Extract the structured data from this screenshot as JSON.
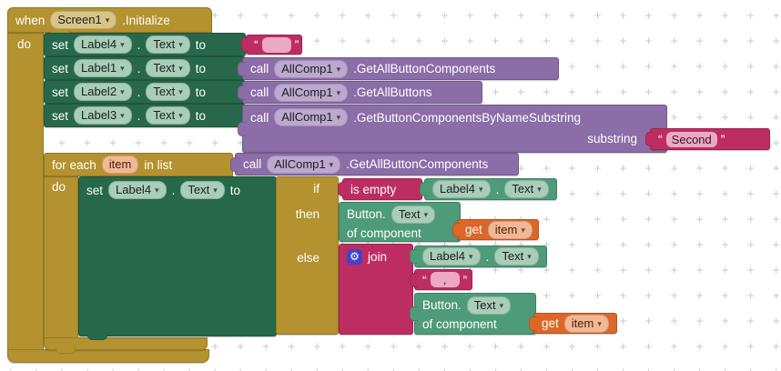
{
  "colors": {
    "event_gold": "#b3922f",
    "setter_green": "#27684a",
    "getter_green": "#4e9b79",
    "procedure_purple": "#8b6da8",
    "text_magenta": "#be2d62",
    "variable_orange": "#dd6727",
    "mutator_blue": "#4740c9",
    "chip_green": "#a8cdb9",
    "chip_tan": "#d9c488",
    "chip_purple": "#bda8d0",
    "chip_pink": "#eba9c4",
    "chip_orange": "#f2b896",
    "grid_gray": "#cfcfcf"
  },
  "icons": {
    "dropdown": "▾",
    "gear": "⚙"
  },
  "kw": {
    "when": "when",
    "do": "do",
    "set": "set",
    "to": "to",
    "dot": ".",
    "call": "call",
    "for_each": "for each",
    "in_list": "in list",
    "if": "if",
    "then": "then",
    "else": "else",
    "get": "get",
    "join": "join",
    "is_empty": "is empty",
    "of_component": "of component",
    "substring": "substring",
    "open_quote": "“",
    "close_quote": "”"
  },
  "blocks": {
    "when_event": {
      "component": "Screen1",
      "event": ".Initialize"
    },
    "set_rows": [
      {
        "component": "Label4",
        "property": "Text"
      },
      {
        "component": "Label1",
        "property": "Text"
      },
      {
        "component": "Label2",
        "property": "Text"
      },
      {
        "component": "Label3",
        "property": "Text"
      }
    ],
    "empty_text": {
      "value": ""
    },
    "call1": {
      "component": "AllComp1",
      "method": ".GetAllButtonComponents"
    },
    "call2": {
      "component": "AllComp1",
      "method": ".GetAllButtons"
    },
    "call3": {
      "component": "AllComp1",
      "method": ".GetButtonComponentsByNameSubstring"
    },
    "substring_text": {
      "value": "Second"
    },
    "foreach": {
      "var": "item"
    },
    "foreach_call": {
      "component": "AllComp1",
      "method": ".GetAllButtonComponents"
    },
    "inner_set": {
      "component": "Label4",
      "property": "Text"
    },
    "if_cond_getter": {
      "component": "Label4",
      "property": "Text"
    },
    "then_generic": {
      "component": "Button.",
      "property": "Text"
    },
    "get_item_then": {
      "var": "item"
    },
    "join_arg_getter": {
      "component": "Label4",
      "property": "Text"
    },
    "comma_text": {
      "value": ","
    },
    "else_generic": {
      "component": "Button.",
      "property": "Text"
    },
    "get_item_else": {
      "var": "item"
    }
  }
}
